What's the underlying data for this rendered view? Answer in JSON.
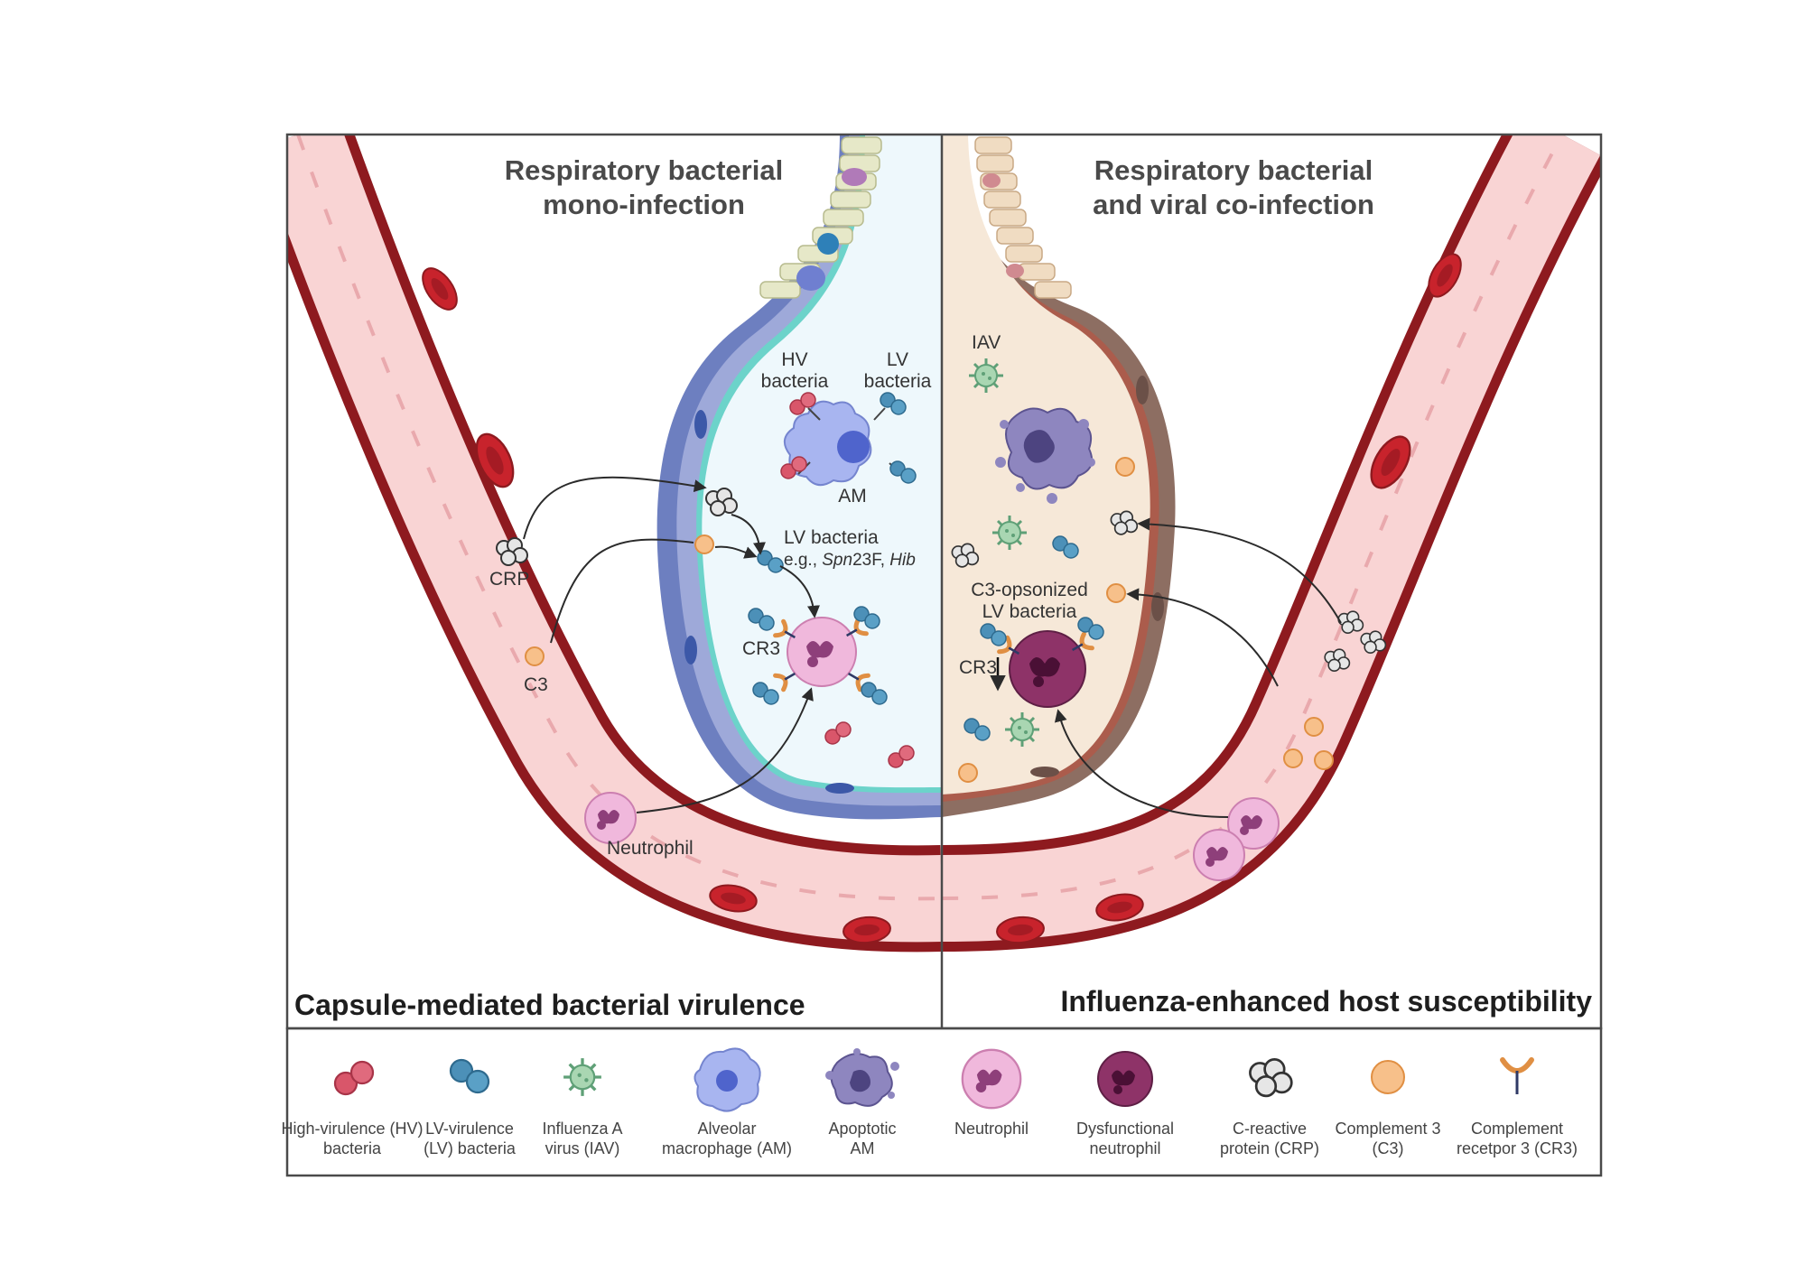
{
  "titles": {
    "left_line1": "Respiratory bacterial",
    "left_line2": "mono-infection",
    "right_line1": "Respiratory bacterial",
    "right_line2": "and viral co-infection"
  },
  "bottom_captions": {
    "left": "Capsule-mediated bacterial virulence",
    "right": "Influenza-enhanced host susceptibility"
  },
  "left_panel": {
    "hv_line1": "HV",
    "hv_line2": "bacteria",
    "lv_line1": "LV",
    "lv_line2": "bacteria",
    "am": "AM",
    "lv_bacteria": "LV bacteria",
    "eg_prefix": "e.g., ",
    "eg_spn": "Spn",
    "eg_mid": "23F, ",
    "eg_hib": "Hib",
    "cr3": "CR3",
    "crp": "CRP",
    "c3": "C3",
    "neutrophil": "Neutrophil"
  },
  "right_panel": {
    "iav": "IAV",
    "opsonized_line1": "C3-opsonized",
    "opsonized_line2": "LV bacteria",
    "cr3": "CR3"
  },
  "legend": [
    {
      "line1": "High-virulence (HV)",
      "line2": "bacteria",
      "icon": "hv-bacteria-icon"
    },
    {
      "line1": "LV-virulence",
      "line2": "(LV) bacteria",
      "icon": "lv-bacteria-icon"
    },
    {
      "line1": "Influenza A",
      "line2": "virus (IAV)",
      "icon": "virus-icon"
    },
    {
      "line1": "Alveolar",
      "line2": "macrophage (AM)",
      "icon": "macrophage-icon"
    },
    {
      "line1": "Apoptotic",
      "line2": "AM",
      "icon": "apoptotic-macrophage-icon"
    },
    {
      "line1": "Neutrophil",
      "line2": "",
      "icon": "neutrophil-icon"
    },
    {
      "line1": "Dysfunctional",
      "line2": "neutrophil",
      "icon": "dysfunctional-neutrophil-icon"
    },
    {
      "line1": "C-reactive",
      "line2": "protein (CRP)",
      "icon": "crp-icon"
    },
    {
      "line1": "Complement 3",
      "line2": "(C3)",
      "icon": "complement-icon"
    },
    {
      "line1": "Complement",
      "line2": "recetpor 3 (CR3)",
      "icon": "receptor-icon"
    }
  ],
  "colors": {
    "vessel_wall": "#8e1a1f",
    "vessel_fill": "#f9d4d4",
    "rbc": "#c8232c",
    "alveolus_left": "#eef8fc",
    "alveolus_right": "#f6e8d8",
    "hv_bacteria": "#d9566a",
    "lv_bacteria": "#4c90b8",
    "complement": "#f7c08a",
    "neutrophil": "#f0b8dc",
    "dysfunctional_neutrophil": "#8e3368"
  }
}
